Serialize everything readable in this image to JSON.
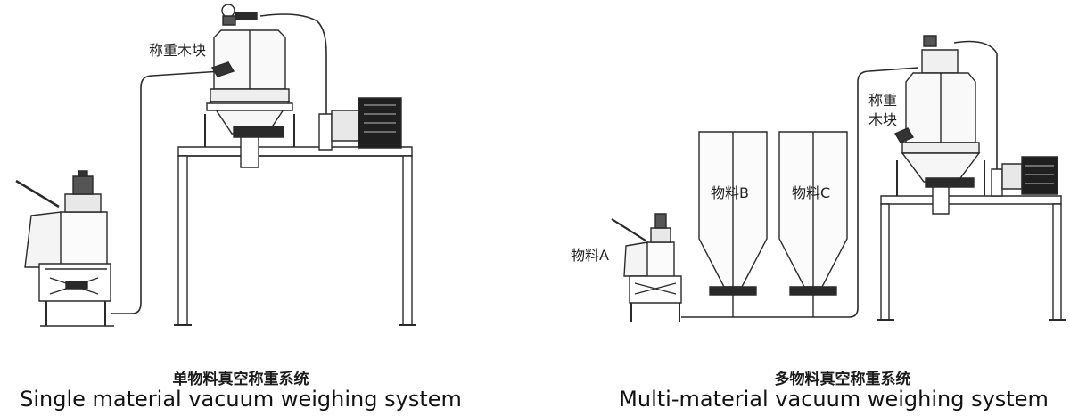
{
  "left_system": {
    "callout_label": "称重木块",
    "caption_cn": "单物料真空称重系统",
    "caption_en": "Single material vacuum weighing system"
  },
  "right_system": {
    "callout_label_line1": "称重",
    "callout_label_line2": "木块",
    "material_a_label": "物料A",
    "material_b_label": "物料B",
    "material_c_label": "物料C",
    "caption_cn": "多物料真空称重系统",
    "caption_en": "Multi-material vacuum weighing system"
  }
}
